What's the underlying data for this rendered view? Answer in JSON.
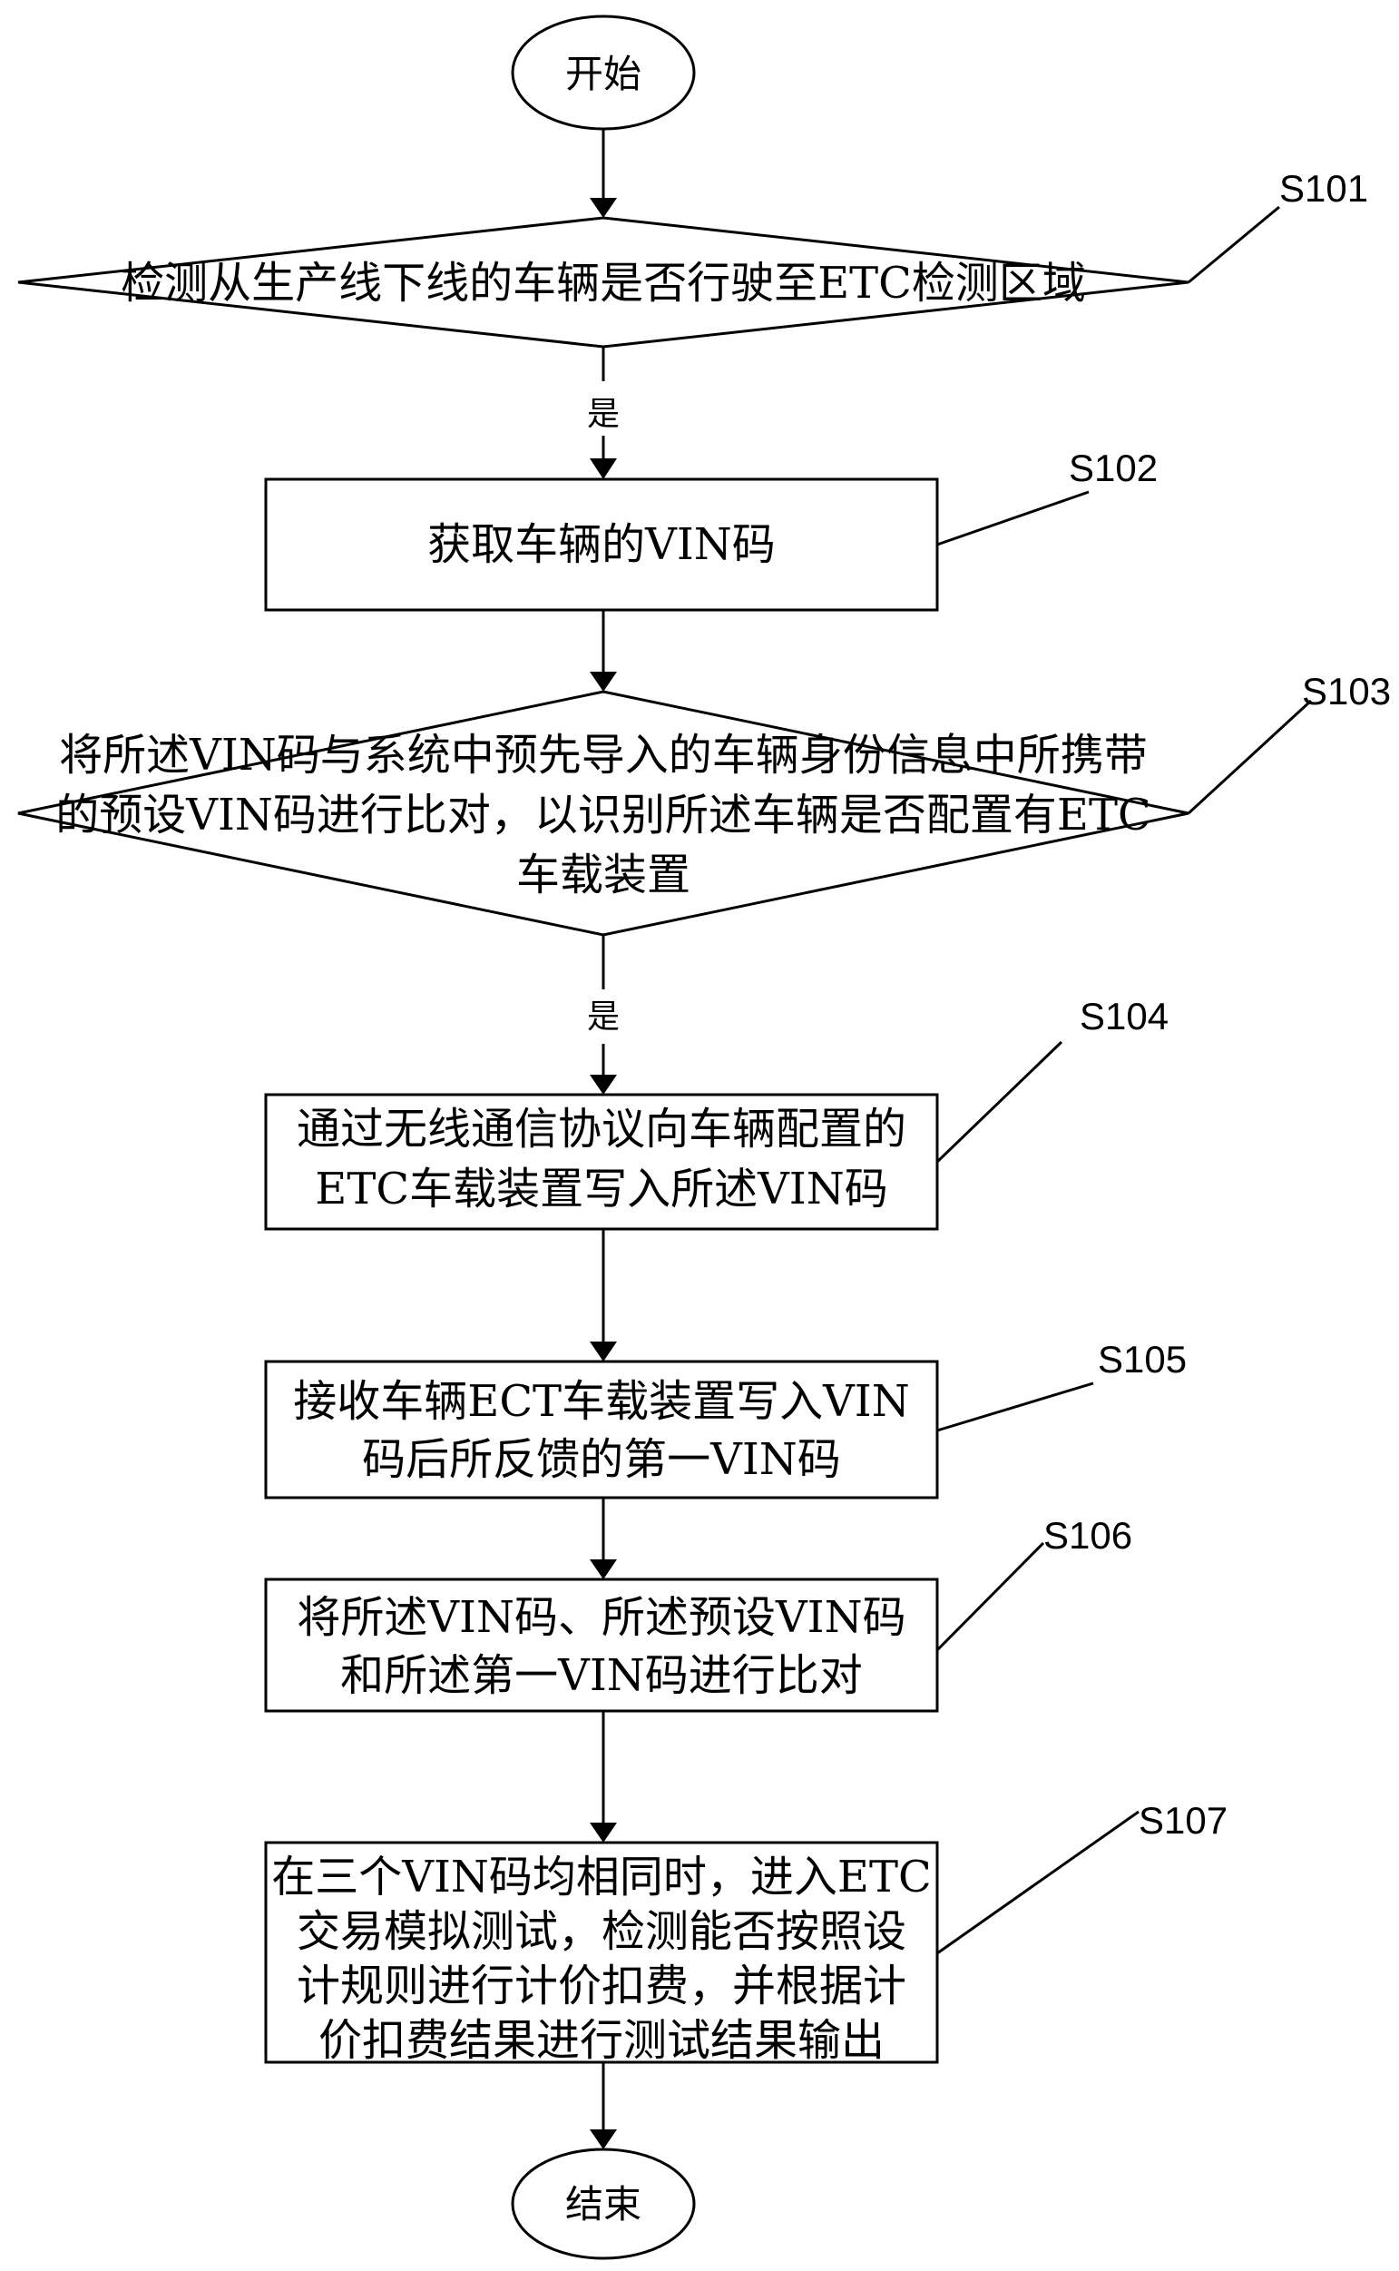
{
  "start": "开始",
  "end": "结束",
  "yes_label": "是",
  "steps": {
    "s101": {
      "id": "S101",
      "text": [
        "检测从生产线下线的车辆是否行驶至ETC检测区域"
      ]
    },
    "s102": {
      "id": "S102",
      "text": [
        "获取车辆的VIN码"
      ]
    },
    "s103": {
      "id": "S103",
      "text": [
        "将所述VIN码与系统中预先导入的车辆身份信息中所携带",
        "的预设VIN码进行比对，以识别所述车辆是否配置有ETC",
        "车载装置"
      ]
    },
    "s104": {
      "id": "S104",
      "text": [
        "通过无线通信协议向车辆配置的",
        "ETC车载装置写入所述VIN码"
      ]
    },
    "s105": {
      "id": "S105",
      "text": [
        "接收车辆ECT车载装置写入VIN",
        "码后所反馈的第一VIN码"
      ]
    },
    "s106": {
      "id": "S106",
      "text": [
        "将所述VIN码、所述预设VIN码",
        "和所述第一VIN码进行比对"
      ]
    },
    "s107": {
      "id": "S107",
      "text": [
        "在三个VIN码均相同时，进入ETC",
        "交易模拟测试，检测能否按照设",
        "计规则进行计价扣费，并根据计",
        "价扣费结果进行测试结果输出"
      ]
    }
  }
}
